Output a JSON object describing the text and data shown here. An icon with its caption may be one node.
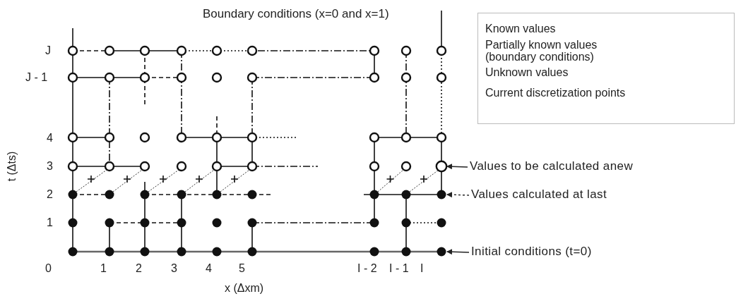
{
  "diagram": {
    "nodes": [
      {
        "text": [
          "Values to be calculated anew"
        ]
      },
      {
        "text": [],
        "shape": "circle"
      },
      {
        "text": [
          "Values calculated at last"
        ]
      },
      {
        "text": [],
        "shape": "circle"
      },
      {
        "text": [
          "Initial conditions (t=0)"
        ]
      },
      {
        "text": [],
        "shape": "circle"
      }
    ],
    "edges": [
      {
        "from": 0,
        "to": 1,
        "arrow": "to"
      },
      {
        "from": 2,
        "to": 3,
        "arrow": "to",
        "style": "dashed"
      },
      {
        "from": 4,
        "to": 5,
        "arrow": "to"
      }
    ],
    "labels": [
      "Boundary conditions  (x=0 and x=1)",
      "J",
      "J - 1",
      "4",
      "3",
      "2",
      "1",
      "t  (Δts)",
      "0",
      "1",
      "2",
      "3",
      "4",
      "5",
      "I - 2",
      "I - 1",
      "I",
      "x  (Δxm)"
    ],
    "legend": [
      {
        "text": "Known values"
      },
      {
        "text": "Partially known values (boundary conditions)"
      },
      {
        "text": "Unknown values"
      },
      {
        "text": "Current discretization points"
      }
    ]
  }
}
